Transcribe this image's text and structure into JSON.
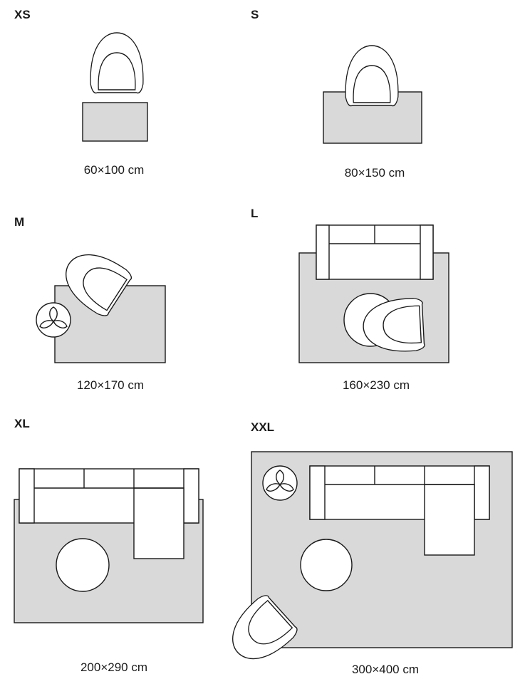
{
  "sections": [
    {
      "size": "XS",
      "dimensions": "60×100 cm"
    },
    {
      "size": "S",
      "dimensions": "80×150 cm"
    },
    {
      "size": "M",
      "dimensions": "120×170 cm"
    },
    {
      "size": "L",
      "dimensions": "160×230 cm"
    },
    {
      "size": "XL",
      "dimensions": "200×290 cm"
    },
    {
      "size": "XXL",
      "dimensions": "300×400 cm"
    }
  ],
  "colors": {
    "rug": "#d9d9d9",
    "outline": "#1a1a1a",
    "furniture": "#ffffff"
  }
}
